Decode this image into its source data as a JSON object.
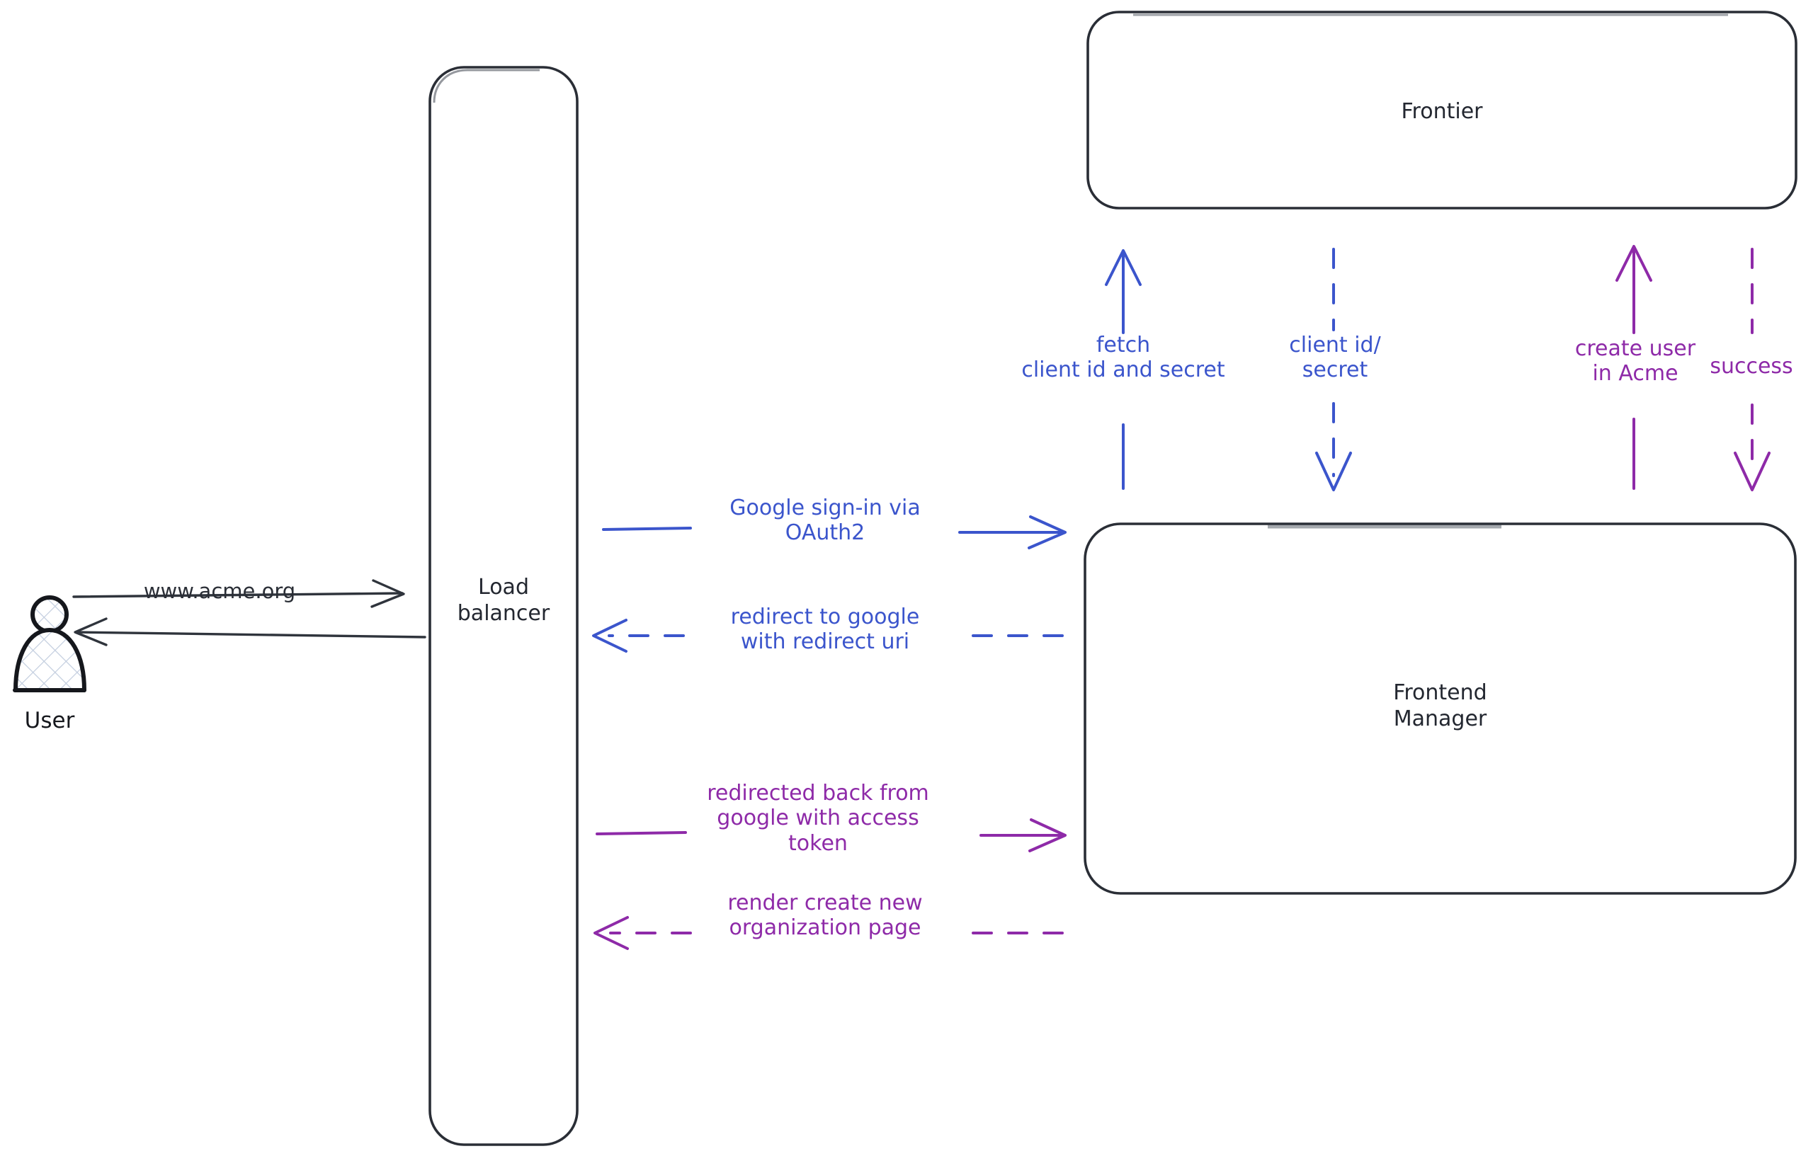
{
  "diagram": {
    "title": "Google OAuth2 sign-in sequence",
    "background": "#ffffff",
    "colors": {
      "stroke_dark": "#2a2e36",
      "blue": "#3b55cc",
      "purple": "#8e2aa8",
      "hatch": "#c7d0de"
    }
  },
  "actors": [
    {
      "id": "user",
      "name": "user-actor",
      "label": "User",
      "icon": "person-icon"
    }
  ],
  "nodes": [
    {
      "id": "load_balancer",
      "label": "Load\nbalancer"
    },
    {
      "id": "frontier",
      "label": "Frontier"
    },
    {
      "id": "frontend_manager",
      "label": "Frontend\nManager"
    }
  ],
  "edges": [
    {
      "id": "user_to_lb",
      "label": "www.acme.org",
      "color": "#2a2e36",
      "style": "solid",
      "direction": "right",
      "from": "user",
      "to": "load_balancer"
    },
    {
      "id": "lb_to_user",
      "label": "",
      "color": "#2a2e36",
      "style": "solid",
      "direction": "left",
      "from": "load_balancer",
      "to": "user"
    },
    {
      "id": "lb_to_fm_signin",
      "label": "Google sign-in via\nOAuth2",
      "color": "#3b55cc",
      "style": "solid",
      "direction": "right",
      "from": "load_balancer",
      "to": "frontend_manager"
    },
    {
      "id": "fm_to_lb_redirect",
      "label": "redirect to google\nwith redirect uri",
      "color": "#3b55cc",
      "style": "dashed",
      "direction": "left",
      "from": "frontend_manager",
      "to": "load_balancer"
    },
    {
      "id": "lb_to_fm_token",
      "label": "redirected back from\ngoogle with access\ntoken",
      "color": "#8e2aa8",
      "style": "solid",
      "direction": "right",
      "from": "load_balancer",
      "to": "frontend_manager"
    },
    {
      "id": "fm_to_lb_render",
      "label": "render create new\norganization page",
      "color": "#8e2aa8",
      "style": "dashed",
      "direction": "left",
      "from": "frontend_manager",
      "to": "load_balancer"
    },
    {
      "id": "fm_to_frontier_fetch",
      "label": "fetch\nclient id and secret",
      "color": "#3b55cc",
      "style": "solid",
      "direction": "up",
      "from": "frontend_manager",
      "to": "frontier"
    },
    {
      "id": "frontier_to_fm_creds",
      "label": "client id/\nsecret",
      "color": "#3b55cc",
      "style": "dashed",
      "direction": "down",
      "from": "frontier",
      "to": "frontend_manager"
    },
    {
      "id": "fm_to_frontier_create",
      "label": "create user\nin Acme",
      "color": "#8e2aa8",
      "style": "solid",
      "direction": "up",
      "from": "frontend_manager",
      "to": "frontier"
    },
    {
      "id": "frontier_to_fm_success",
      "label": "success",
      "color": "#8e2aa8",
      "style": "dashed",
      "direction": "down",
      "from": "frontier",
      "to": "frontend_manager"
    }
  ]
}
